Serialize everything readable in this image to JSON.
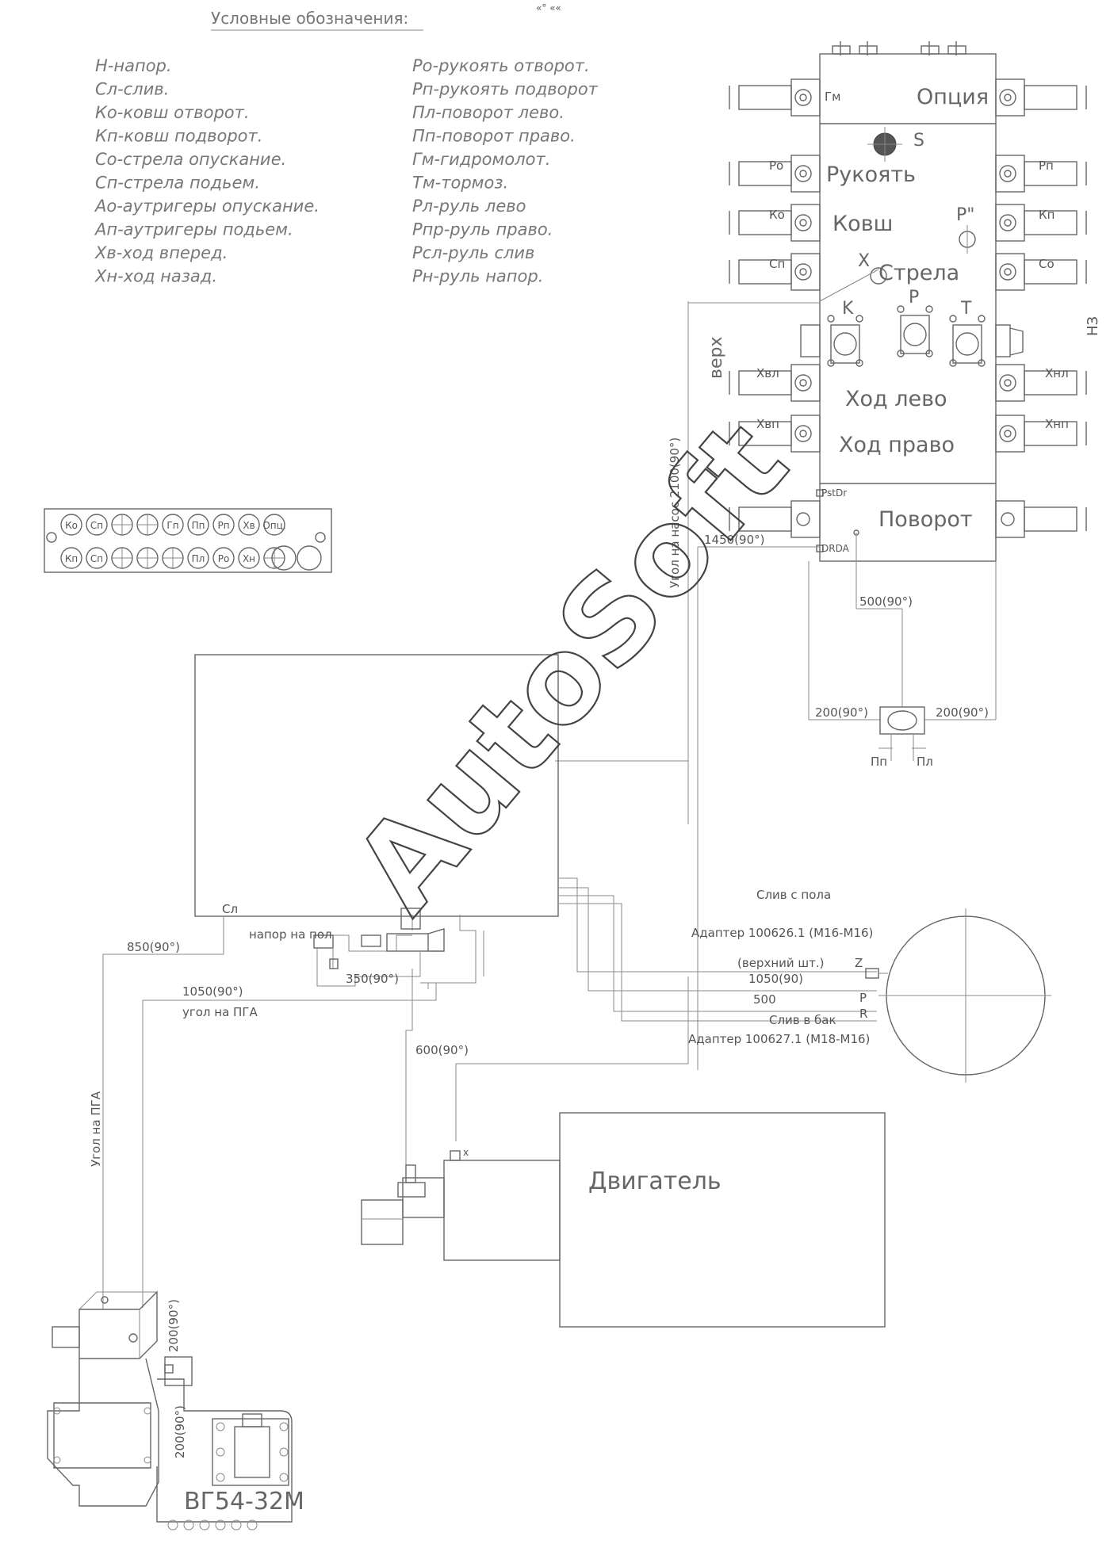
{
  "legend": {
    "title": "Условные обозначения:",
    "left": [
      "Н-напор.",
      "Сл-слив.",
      "Ко-ковш отворот.",
      "Кп-ковш подворот.",
      "Со-стрела опускание.",
      "Сп-стрела подьем.",
      "Ао-аутригеры опускание.",
      "Ап-аутригеры подьем.",
      "Хв-ход вперед.",
      "Хн-ход назад."
    ],
    "right": [
      "Ро-рукоять отворот.",
      "Рп-рукоять подворот",
      "Пл-поворот лево.",
      "Пп-поворот право.",
      "Гм-гидромолот.",
      "Тм-тормоз.",
      "Рл-руль лево",
      "Рпр-руль право.",
      "Рсл-руль слив",
      "Рн-руль напор."
    ]
  },
  "valve": {
    "sections": [
      "Опция",
      "Рукоять",
      "Ковш",
      "Стрела",
      "Ход лево",
      "Ход право",
      "Поворот"
    ],
    "port_left": [
      "Гм",
      "Ро",
      "Ко",
      "Сп",
      "Хвл",
      "Хвп"
    ],
    "port_right": [
      "Рп",
      "Кп",
      "Со",
      "Хнл",
      "Хнп"
    ],
    "marks": {
      "s": "S",
      "p2": "P\"",
      "x": "X",
      "k": "K",
      "p": "P",
      "t": "T",
      "pstdr": "PstDr",
      "drda": "DRDA"
    },
    "side_label": "верх",
    "right_label": "НЗ"
  },
  "panel": {
    "top": [
      "Ко",
      "Сп",
      "",
      "",
      "Гп",
      "Пп",
      "Рп",
      "Хв",
      "Опц."
    ],
    "bottom": [
      "Кп",
      "Сп",
      "",
      "",
      "",
      "Пл",
      "Ро",
      "Хн",
      ""
    ]
  },
  "lines": {
    "pump": "Угол на насос 2100(90°)",
    "l1450": "1450(90°)",
    "l500": "500(90°)",
    "l200a": "200(90°)",
    "l200b": "200(90°)",
    "pp": "Пп",
    "pl": "Пл",
    "sl": "Сл",
    "napor": "напор на пол",
    "l850": "850(90°)",
    "l1050": "1050(90°)",
    "pga": "угол на ПГА",
    "l350": "350(90°)",
    "l600": "600(90°)",
    "ugol_pga": "Угол на ПГА",
    "pump200a": "200(90°)",
    "pump200b": "200(90°)"
  },
  "tank": {
    "sliv_pol": "Слив с пола",
    "adapter1": "Адаптер 100626.1 (М16-М16)",
    "verh": "(верхний шт.)",
    "z": "Z",
    "l1050": "1050(90)",
    "l500": "500",
    "p": "P",
    "r": "R",
    "sliv_bak": "Слив в бак",
    "adapter2": "Адаптер 100627.1 (М18-М16)"
  },
  "engine": {
    "label": "Двигатель",
    "x": "x"
  },
  "pump_label": "ВГ54-32М",
  "top_mark": "«° ««",
  "watermark": "AutoSoft"
}
